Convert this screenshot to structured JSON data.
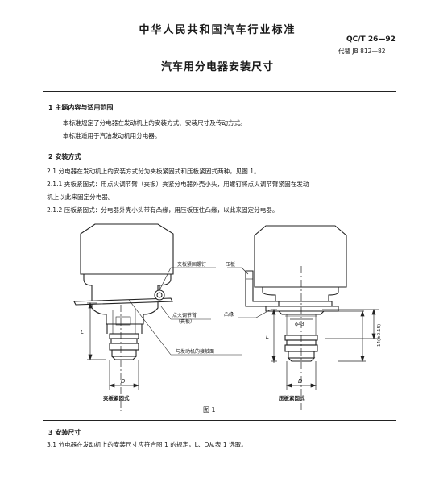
{
  "header": {
    "org": "中华人民共和国汽车行业标准",
    "code": "QC/T 26—92",
    "replaces": "代替 JB 812—82",
    "title": "汽车用分电器安装尺寸"
  },
  "section1": {
    "heading": "1   主题内容与适用范围",
    "p1": "本标准规定了分电器在发动机上的安装方式、安装尺寸及传动方式。",
    "p2": "本标准适用于汽油发动机用分电器。"
  },
  "section2": {
    "heading": "2   安装方式",
    "p21": "2.1   分电器在发动机上的安装方式分为夹板紧固式和压板紧固式两种，见图 1。",
    "p211a": "2.1.1   夹板紧固式：用点火调节臂（夹板）夹紧分电器外壳小头，用螺钉将点火调节臂紧固在发动",
    "p211b": "机上以此来固定分电器。",
    "p212": "2.1.2   压板紧固式：分电器外壳小头带有凸缘，用压板压住凸缘，以此来固定分电器。"
  },
  "figure": {
    "label_bolt": "夹板紧固螺钉",
    "label_arm": "点火调节臂",
    "label_arm_sub": "（夹板）",
    "label_surface": "与发动机的接触面",
    "label_press": "压板",
    "label_flange": "凸缘",
    "dim_L": "L",
    "dim_D": "D",
    "dim_phi43": "ϕ43",
    "dim_14": "14(±0.15)",
    "caption_left": "夹板紧固式",
    "caption_right": "压板紧固式",
    "caption": "图  1"
  },
  "section3": {
    "heading": "3   安装尺寸",
    "p31": "3.1   分电器在发动机上的安装尺寸应符合图 1 的规定，L、D从表 1 选取。"
  }
}
